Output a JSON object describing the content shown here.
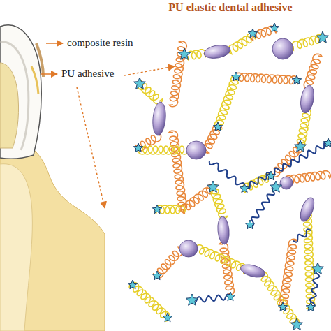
{
  "diagram": {
    "title": "PU elastic dental adhesive",
    "labels": [
      "composite resin",
      "PU adhesive"
    ]
  }
}
